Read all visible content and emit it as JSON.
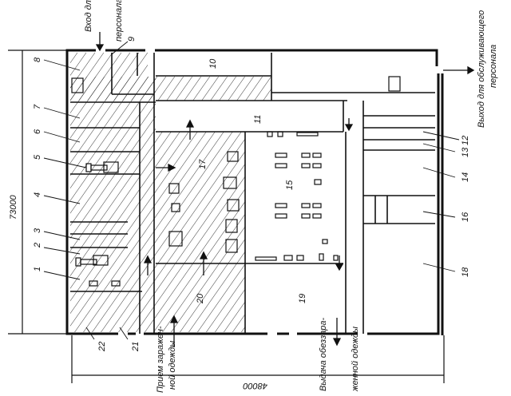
{
  "labels": {
    "entrance_staff": "Вход для обслуживающего персонала",
    "entrance_staff_l1": "Вход для обслуживающего",
    "entrance_staff_l2": "персонала",
    "exit_staff_l1": "Выход для обслуживающего",
    "exit_staff_l2": "персонала",
    "intake_l1": "Прием заражен-",
    "intake_l2": "ной одежды",
    "issue_l1": "Выдача обеззара-",
    "issue_l2": "женной одежды"
  },
  "dimensions": {
    "height": "73000",
    "width": "48000"
  },
  "rooms": [
    "1",
    "2",
    "3",
    "4",
    "5",
    "6",
    "7",
    "8",
    "9",
    "10",
    "11",
    "12",
    "13",
    "14",
    "15",
    "16",
    "17",
    "18",
    "19",
    "20",
    "21",
    "22"
  ]
}
